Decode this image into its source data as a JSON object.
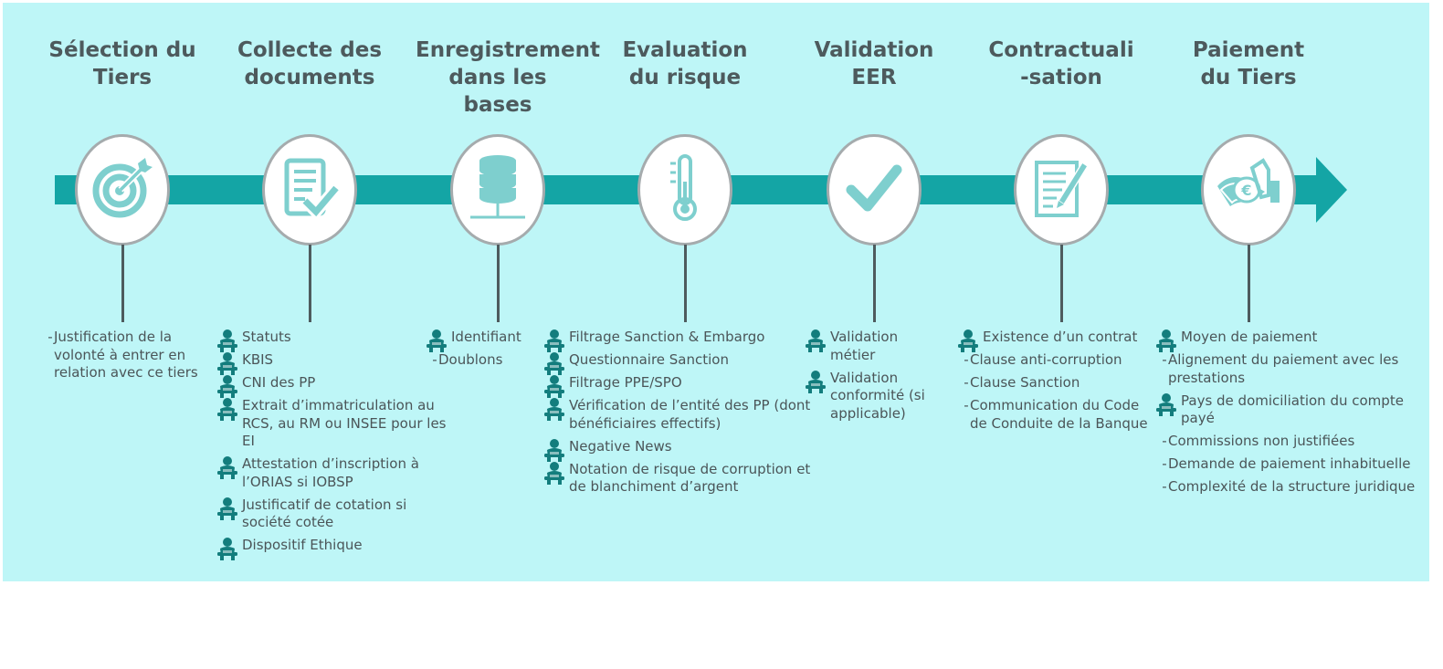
{
  "colors": {
    "panel": "#bef6f7",
    "arrow": "#14a5a5",
    "icon": "#7ecfce",
    "title": "#4d5a5d",
    "text": "#4b5558",
    "bullet": "#137d7d"
  },
  "steps": [
    {
      "title": [
        "Sélection du",
        "Tiers"
      ],
      "icon": "target-icon",
      "items": [
        {
          "bullet": "dash",
          "text": "Justification de la volonté à entrer en relation avec ce tiers"
        }
      ]
    },
    {
      "title": [
        "Collecte des",
        "documents"
      ],
      "icon": "document-check-icon",
      "items": [
        {
          "bullet": "person",
          "text": "Statuts"
        },
        {
          "bullet": "person",
          "text": "KBIS"
        },
        {
          "bullet": "person",
          "text": "CNI des PP"
        },
        {
          "bullet": "person",
          "text": "Extrait d’immatriculation au RCS, au RM ou INSEE pour les EI"
        },
        {
          "bullet": "person",
          "text": "Attestation d’inscription à l’ORIAS si IOBSP"
        },
        {
          "bullet": "person",
          "text": "Justificatif de cotation si société cotée"
        },
        {
          "bullet": "person",
          "text": "Dispositif Ethique"
        }
      ]
    },
    {
      "title": [
        "Enregistrement",
        "dans les bases"
      ],
      "icon": "database-icon",
      "items": [
        {
          "bullet": "person",
          "text": "Identifiant"
        },
        {
          "bullet": "dash",
          "text": "Doublons"
        }
      ]
    },
    {
      "title": [
        "Evaluation",
        "du risque"
      ],
      "icon": "thermometer-icon",
      "items": [
        {
          "bullet": "person",
          "text": "Filtrage Sanction & Embargo"
        },
        {
          "bullet": "person",
          "text": "Questionnaire Sanction"
        },
        {
          "bullet": "person",
          "text": "Filtrage PPE/SPO"
        },
        {
          "bullet": "person",
          "text": "Vérification de l’entité des PP (dont bénéficiaires effectifs)"
        },
        {
          "bullet": "person",
          "text": "Negative News"
        },
        {
          "bullet": "person",
          "text": "Notation de risque de corruption et de blanchiment d’argent"
        }
      ]
    },
    {
      "title": [
        "Validation",
        "EER"
      ],
      "icon": "checkmark-icon",
      "items": [
        {
          "bullet": "person",
          "text": "Validation métier"
        },
        {
          "bullet": "person",
          "text": "Validation conformité (si applicable)"
        }
      ]
    },
    {
      "title": [
        "Contractuali",
        "-sation"
      ],
      "icon": "contract-pen-icon",
      "items": [
        {
          "bullet": "person",
          "text": "Existence d’un contrat"
        },
        {
          "bullet": "dash",
          "text": "Clause anti-corruption"
        },
        {
          "bullet": "dash",
          "text": "Clause Sanction"
        },
        {
          "bullet": "dash",
          "text": "Communication du Code de Conduite de la Banque"
        }
      ]
    },
    {
      "title": [
        "Paiement",
        "du Tiers"
      ],
      "icon": "payment-hand-icon",
      "items": [
        {
          "bullet": "person",
          "text": "Moyen de paiement"
        },
        {
          "bullet": "dash",
          "text": "Alignement du paiement avec les prestations"
        },
        {
          "bullet": "person",
          "text": "Pays de domiciliation du compte payé"
        },
        {
          "bullet": "dash",
          "text": "Commissions non justifiées"
        },
        {
          "bullet": "dash",
          "text": "Demande de paiement inhabituelle"
        },
        {
          "bullet": "dash",
          "text": "Complexité de la structure juridique"
        }
      ]
    }
  ]
}
